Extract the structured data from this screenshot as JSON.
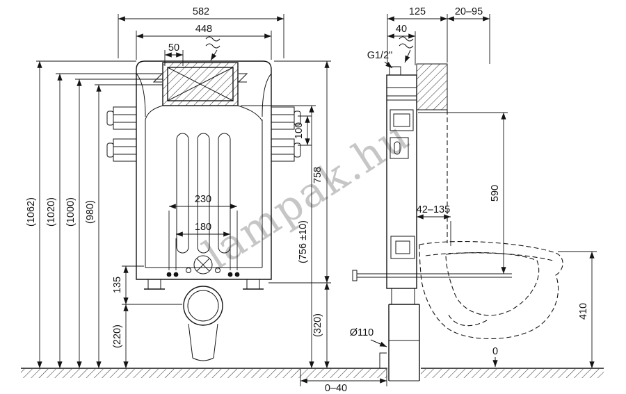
{
  "watermark": "lampak.hu",
  "front_view": {
    "overall_width": "582",
    "frame_width": "448",
    "plate_offset": "50",
    "height_max": "(1062)",
    "height_1020": "(1020)",
    "height_1000": "(1000)",
    "height_980": "(980)",
    "bolt_spacing_outer": "230",
    "bolt_spacing_inner": "180",
    "bracket_spacing": "100",
    "frame_height": "758",
    "plate_height_tolerance": "(756 ±10)",
    "outlet_to_base": "135",
    "outlet_height": "(220)",
    "base_height": "(320)"
  },
  "side_view": {
    "module_depth": "125",
    "wall_thickness_range": "20–95",
    "top_depth": "40",
    "water_inlet": "G1/2\"",
    "height_590": "590",
    "flush_pipe_range": "42–135",
    "bowl_height": "410",
    "drain_diameter": "Ø110",
    "floor_level": "0",
    "floor_build_range": "0–40"
  }
}
